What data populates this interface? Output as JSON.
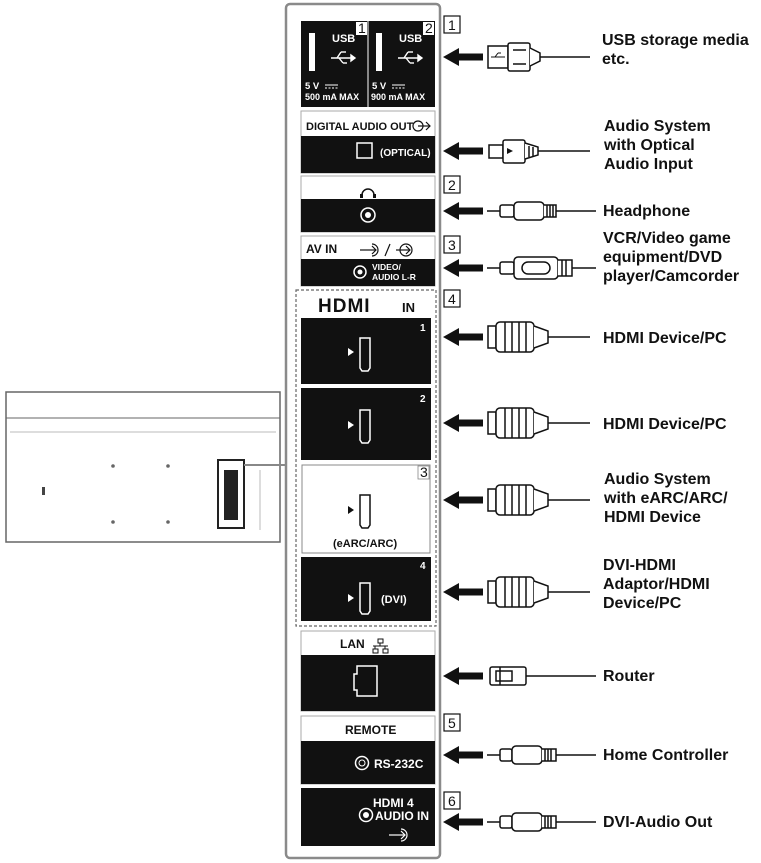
{
  "colors": {
    "panel_border": "#8a8a8a",
    "port_black": "#111111",
    "line": "#111111",
    "arrow": "#111111",
    "background": "#ffffff"
  },
  "badges": [
    "1",
    "2",
    "3",
    "4",
    "5",
    "6"
  ],
  "ports": {
    "usb1": {
      "title": "USB",
      "voltage": "5 V",
      "current": "500 mA MAX",
      "index": "1"
    },
    "usb2": {
      "title": "USB",
      "voltage": "5 V",
      "current": "900 mA MAX",
      "index": "2"
    },
    "digital_audio": {
      "title": "DIGITAL AUDIO OUT",
      "sub": "(OPTICAL)"
    },
    "av_in": {
      "title": "AV IN",
      "sub_line1": "VIDEO/",
      "sub_line2": "AUDIO L-R"
    },
    "hdmi": {
      "logo": "HDMI",
      "in_label": "IN",
      "ports": [
        {
          "index": "1",
          "sub": ""
        },
        {
          "index": "2",
          "sub": ""
        },
        {
          "index": "3",
          "sub": "(eARC/ARC)"
        },
        {
          "index": "4",
          "sub": "(DVI)"
        }
      ]
    },
    "lan": {
      "title": "LAN"
    },
    "remote": {
      "title": "REMOTE",
      "sub": "RS-232C"
    },
    "hdmi4_audio": {
      "line1": "HDMI 4",
      "line2": "AUDIO IN"
    }
  },
  "device_labels": [
    {
      "id": "usb",
      "lines": [
        "USB storage media",
        "etc."
      ]
    },
    {
      "id": "optical",
      "lines": [
        "Audio System",
        "with Optical",
        "Audio Input"
      ]
    },
    {
      "id": "headphone",
      "lines": [
        "Headphone"
      ]
    },
    {
      "id": "av",
      "lines": [
        "VCR/Video game",
        "equipment/DVD",
        "player/Camcorder"
      ]
    },
    {
      "id": "hdmi1",
      "lines": [
        "HDMI Device/PC"
      ]
    },
    {
      "id": "hdmi2",
      "lines": [
        "HDMI Device/PC"
      ]
    },
    {
      "id": "hdmi3",
      "lines": [
        "Audio System",
        "with eARC/ARC/",
        "HDMI Device"
      ]
    },
    {
      "id": "hdmi4",
      "lines": [
        "DVI-HDMI",
        "Adaptor/HDMI",
        "Device/PC"
      ]
    },
    {
      "id": "router",
      "lines": [
        "Router"
      ]
    },
    {
      "id": "home",
      "lines": [
        "Home Controller"
      ]
    },
    {
      "id": "dvi_audio",
      "lines": [
        "DVI-Audio Out"
      ]
    }
  ]
}
